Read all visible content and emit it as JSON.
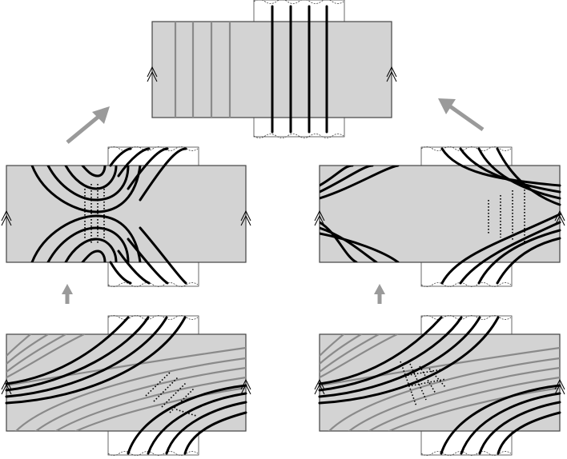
{
  "diagram": {
    "description_visible_text": "",
    "panels": [
      {
        "id": "top"
      },
      {
        "id": "middle-left"
      },
      {
        "id": "middle-right"
      },
      {
        "id": "bottom-left"
      },
      {
        "id": "bottom-right"
      }
    ],
    "colors": {
      "panel_fill": "#d3d3d3",
      "curve_dark": "#000000",
      "curve_light": "#8a8a8a",
      "arrow": "#9a9a9a"
    }
  }
}
